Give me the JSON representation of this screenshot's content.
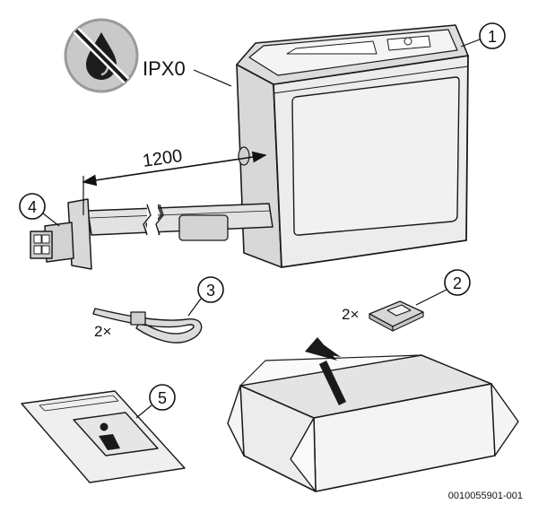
{
  "rating": {
    "ip_text": "IPX0",
    "no_water_icon": "no-water-drop-icon"
  },
  "dimension": {
    "cable_length": "1200"
  },
  "callouts": {
    "c1": "1",
    "c2": "2",
    "c3": "3",
    "c4": "4",
    "c5": "5"
  },
  "quantities": {
    "cable_ties": "2×",
    "tie_mounts": "2×"
  },
  "document_code": "0010055901-001"
}
